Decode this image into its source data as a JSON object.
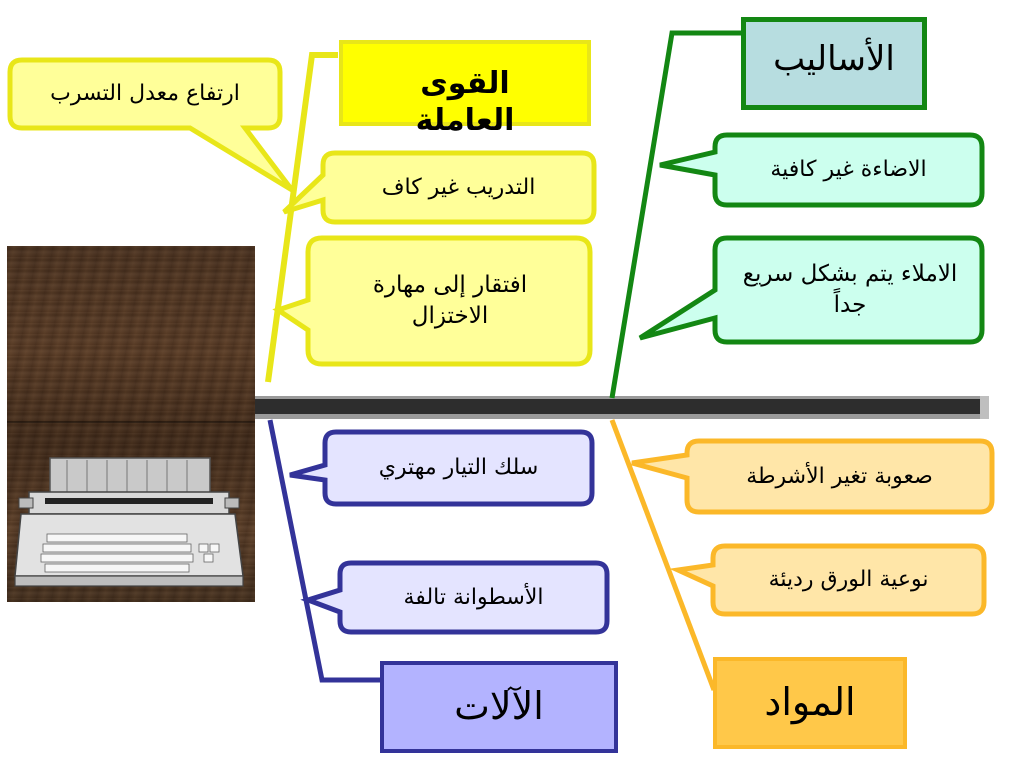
{
  "diagram": {
    "categories": {
      "manpower": {
        "title": "القوى العاملة",
        "causes": [
          "ارتفاع معدل التسرب",
          "التدريب غير كاف",
          "افتقار إلى مهارة الاختزال"
        ]
      },
      "methods": {
        "title": "الأساليب",
        "causes": [
          "الاضاءة غير كافية",
          "الاملاء يتم بشكل سريع جداً"
        ]
      },
      "machines": {
        "title": "الآلات",
        "causes": [
          "سلك التيار مهتري",
          "الأسطوانة تالفة"
        ]
      },
      "materials": {
        "title": "المواد",
        "causes": [
          "صعوبة تغير الأشرطة",
          "نوعية الورق رديئة"
        ]
      }
    },
    "colors": {
      "manpower_line": "#e8e619",
      "manpower_fill": "#ffff99",
      "manpower_box": "#ffff00",
      "methods_line": "#138713",
      "methods_fill": "#ccffee",
      "methods_box": "#b7dde0",
      "machines_line": "#333399",
      "machines_fill": "#e4e4ff",
      "machines_box": "#b3b3ff",
      "materials_line": "#fbb829",
      "materials_fill": "#ffe6a8",
      "materials_box": "#ffc849"
    },
    "effect_image": "typewriter-on-wood"
  }
}
